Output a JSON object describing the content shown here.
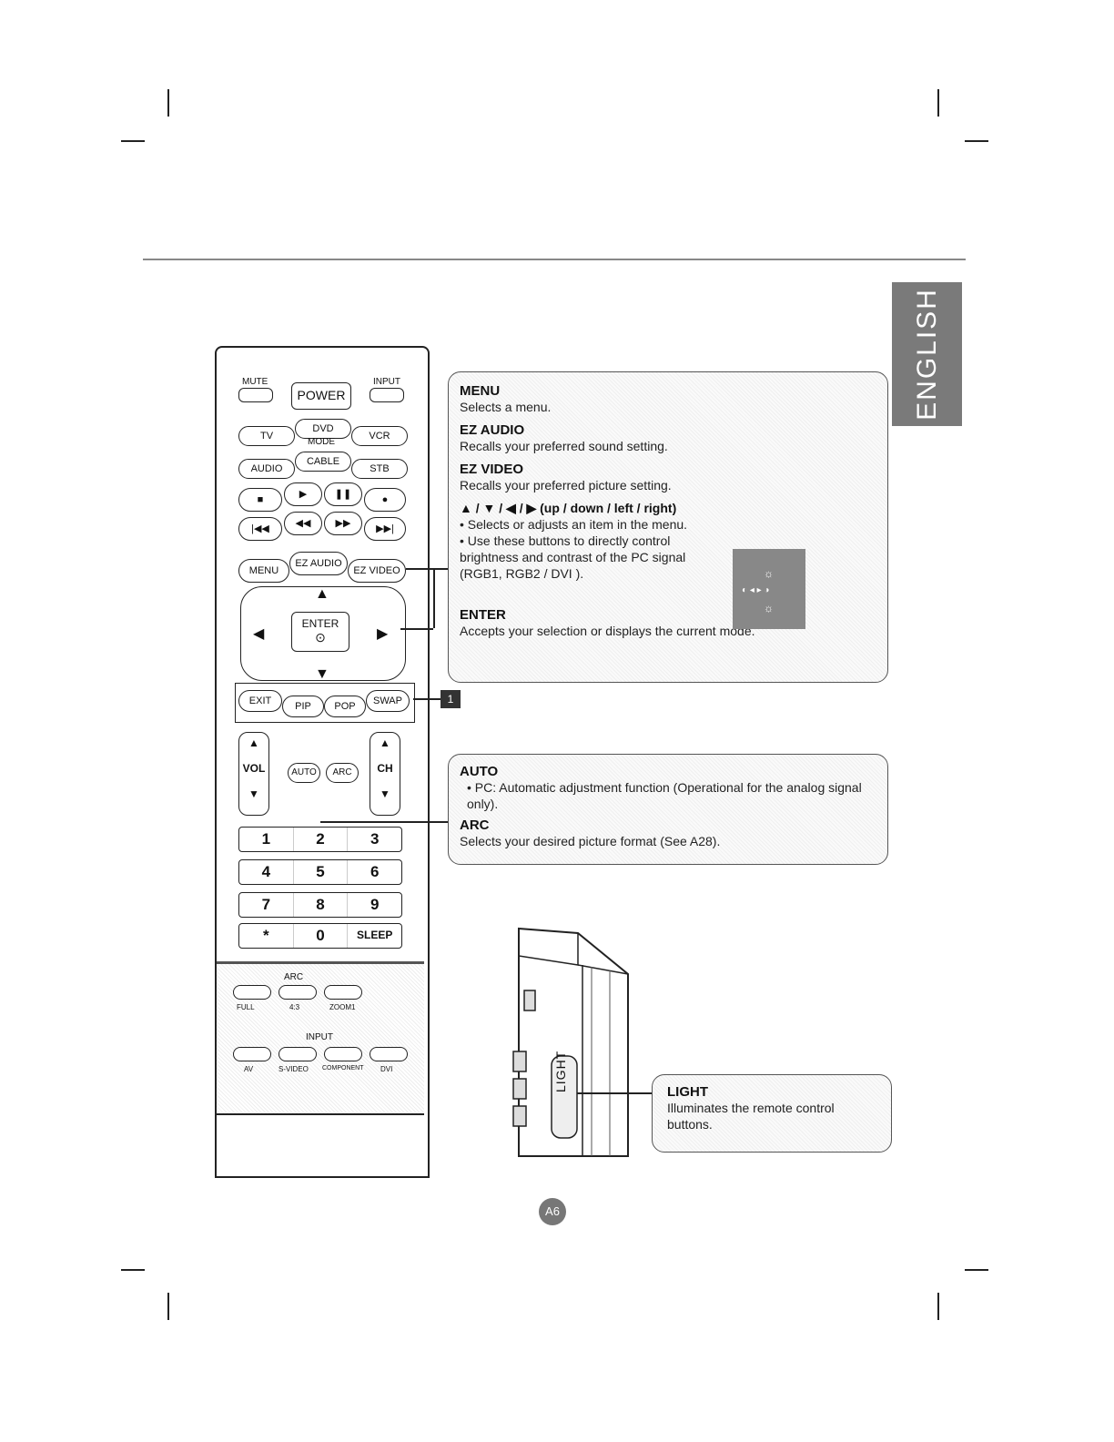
{
  "language_tab": "ENGLISH",
  "remote": {
    "top_labels": {
      "mute": "MUTE",
      "input": "INPUT"
    },
    "power": "POWER",
    "mode_row1": [
      "TV",
      "DVD",
      "VCR"
    ],
    "mode_label": "MODE",
    "mode_row2": [
      "AUDIO",
      "CABLE",
      "STB"
    ],
    "transport_row1": [
      "■",
      "▶",
      "❚❚",
      "●"
    ],
    "transport_row2": [
      "|◀◀",
      "◀◀",
      "▶▶",
      "▶▶|"
    ],
    "menu_row": [
      "MENU",
      "EZ AUDIO",
      "EZ VIDEO"
    ],
    "enter": "ENTER",
    "arrows": {
      "up": "▲",
      "down": "▼",
      "left": "◀",
      "right": "▶"
    },
    "pip_row": [
      "EXIT",
      "PIP",
      "POP",
      "SWAP"
    ],
    "vol": "VOL",
    "ch": "CH",
    "auto": "AUTO",
    "arc": "ARC",
    "numpad": [
      [
        "1",
        "2",
        "3"
      ],
      [
        "4",
        "5",
        "6"
      ],
      [
        "7",
        "8",
        "9"
      ],
      [
        "*",
        "0",
        "SLEEP"
      ]
    ],
    "arc_group_label": "ARC",
    "arc_buttons": [
      "FULL",
      "4:3",
      "ZOOM1"
    ],
    "input_group_label": "INPUT",
    "input_buttons": [
      "AV",
      "S-VIDEO",
      "COMPONENT",
      "DVI"
    ]
  },
  "callout_marker": "1",
  "box1": {
    "menu_h": "MENU",
    "menu_t": "Selects a menu.",
    "ezaudio_h": "EZ AUDIO",
    "ezaudio_t": "Recalls your preferred sound setting.",
    "ezvideo_h": "EZ VIDEO",
    "ezvideo_t": "Recalls your preferred picture setting.",
    "arrows_h": "▲ / ▼ / ◀ / ▶ (up / down / left / right)",
    "arrows_b1": "• Selects or adjusts an item in the menu.",
    "arrows_b2": "• Use these buttons to directly control brightness and contrast of the PC signal (RGB1, RGB2 / DVI ).",
    "enter_h": "ENTER",
    "enter_t": "Accepts your selection or displays the current mode."
  },
  "box2": {
    "auto_h": "AUTO",
    "auto_t": "• PC: Automatic adjustment function (Operational for the analog signal only).",
    "arc_h": "ARC",
    "arc_t": "Selects your desired picture format (See A28)."
  },
  "side_label": "LIGHT",
  "box3": {
    "light_h": "LIGHT",
    "light_t": "Illuminates the remote control buttons."
  },
  "page_number": "A6"
}
